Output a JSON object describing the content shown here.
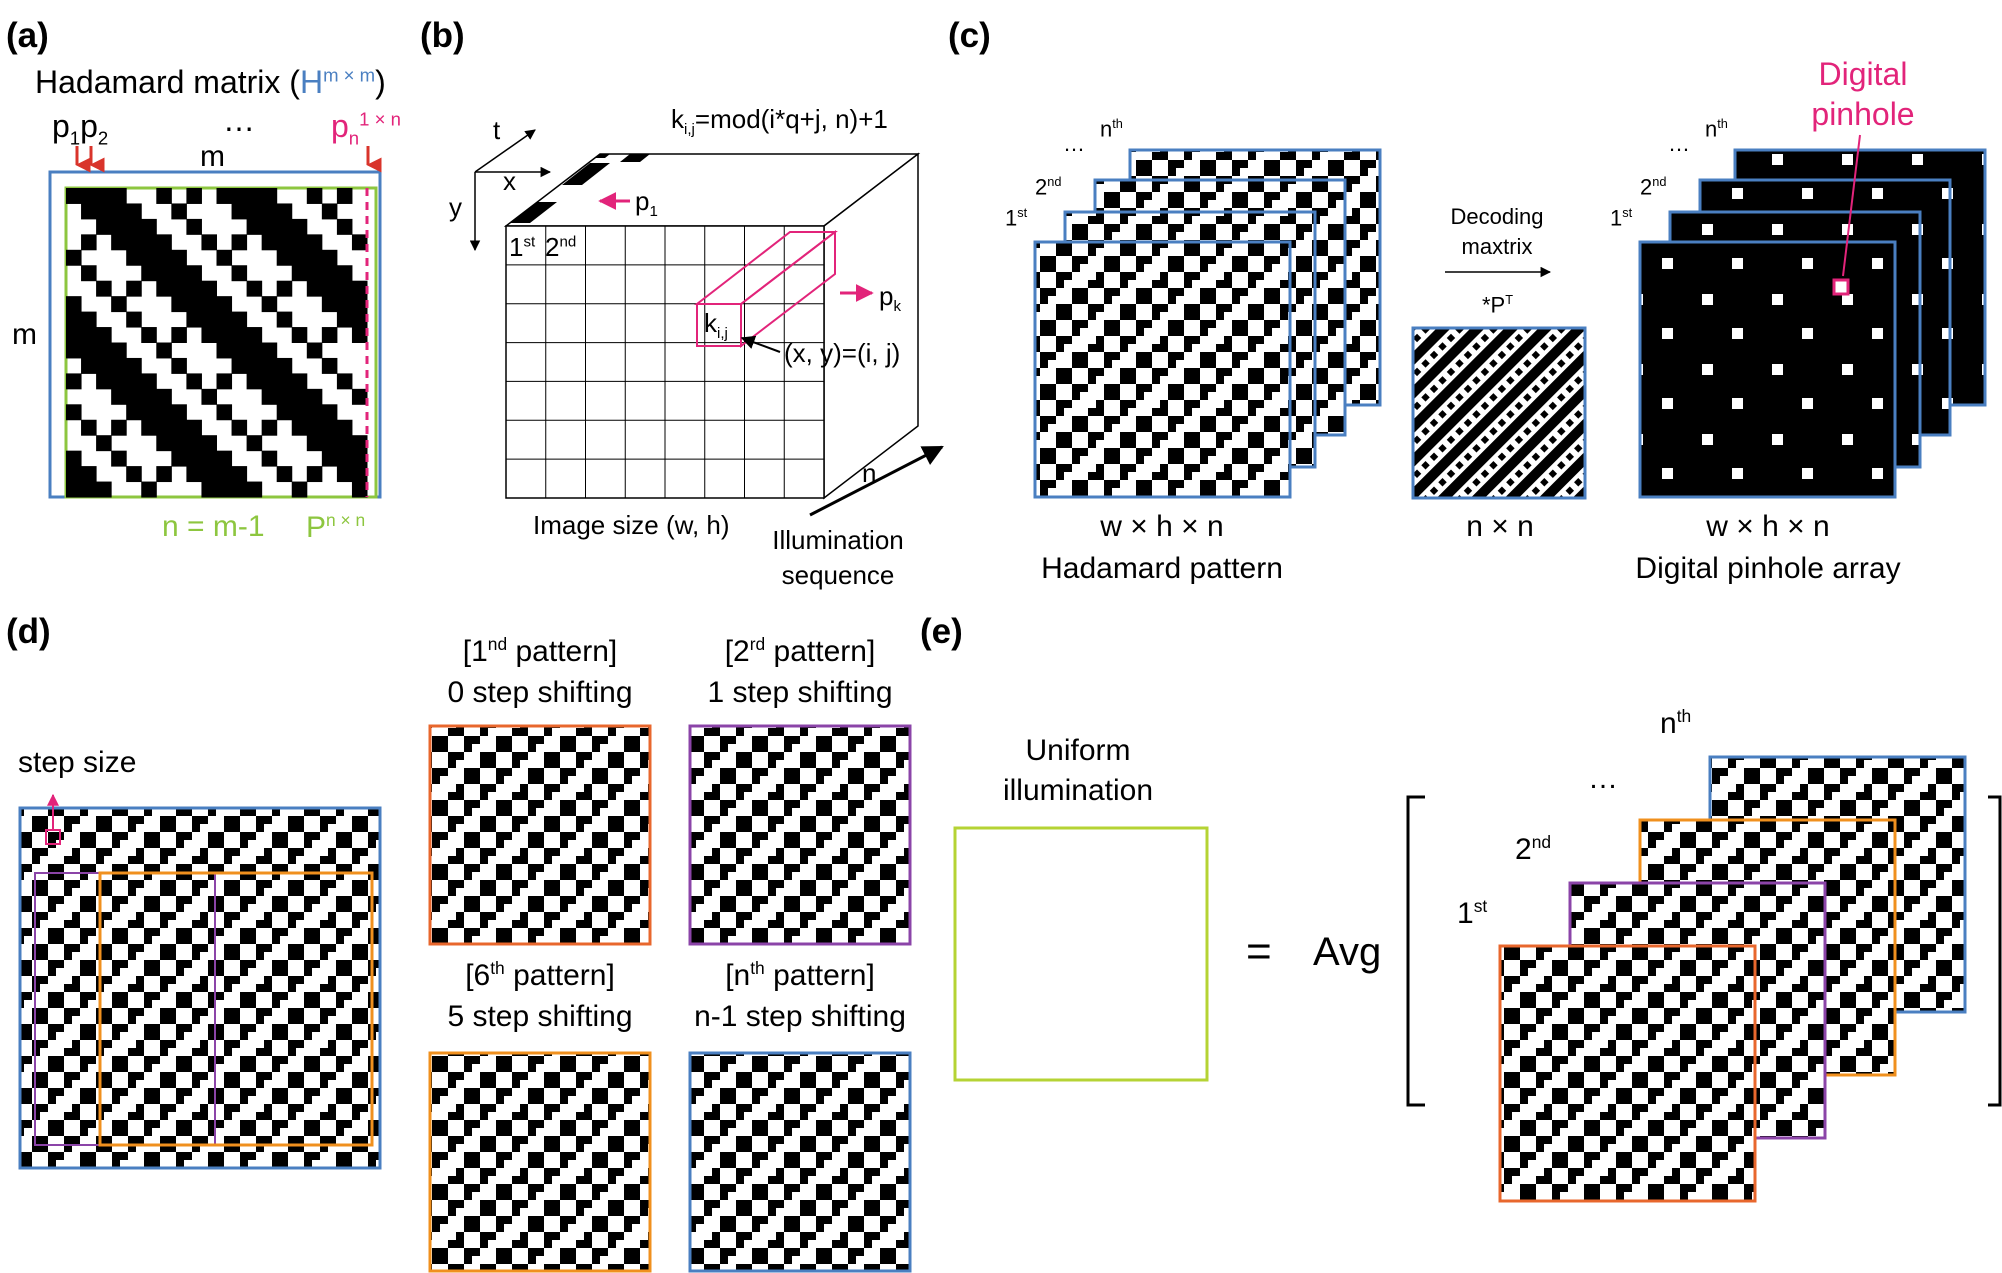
{
  "panels": {
    "a": {
      "label": "(a)",
      "title_main": "Hadamard matrix (",
      "title_H": "H",
      "title_sup": "m × m",
      "title_close": ")",
      "p1": "p",
      "p1_sub": "1",
      "p2": "p",
      "p2_sub": "2",
      "ellipsis": "…",
      "pn": "p",
      "pn_sub": "n",
      "pn_sup": "1 × n",
      "m_top": "m",
      "m_left": "m",
      "n_eq": "n = m-1",
      "P": "P",
      "P_sup": "n × n",
      "colors": {
        "outer": "#4a7fc1",
        "inner": "#8dc63f",
        "pn": "#e2247a",
        "arrow": "#d9342b"
      }
    },
    "b": {
      "label": "(b)",
      "formula_k": "k",
      "formula_sub": "i,j",
      "formula_rest": "=mod(i*q+j, n)+1",
      "axis_t": "t",
      "axis_x": "x",
      "axis_y": "y",
      "p1": "p",
      "p1_sub": "1",
      "first": "1",
      "first_sup": "st",
      "second": "2",
      "second_sup": "nd",
      "kij": "k",
      "kij_sub": "i,j",
      "pk": "p",
      "pk_sub": "k",
      "xy": "(x, y)=(i, j)",
      "n": "n",
      "image_size": "Image size (w, h)",
      "illum_1": "Illumination",
      "illum_2": "sequence"
    },
    "c": {
      "label": "(c)",
      "nth": "n",
      "nth_sup": "th",
      "dots": "…",
      "second": "2",
      "second_sup": "nd",
      "first": "1",
      "first_sup": "st",
      "decoding_1": "Decoding",
      "decoding_2": "maxtrix",
      "pt": "*P",
      "pt_sup": "T",
      "whn_left": "w × h × n",
      "hadamard_pattern": "Hadamard pattern",
      "nxn": "n × n",
      "whn_right": "w × h × n",
      "pinhole_array": "Digital pinhole array",
      "digital_1": "Digital",
      "digital_2": "pinhole"
    },
    "d": {
      "label": "(d)",
      "step_size": "step size",
      "p1_a": "[1",
      "p1_sup": "nd",
      "p1_b": " pattern]",
      "p1_shift": "0 step shifting",
      "p2_a": "[2",
      "p2_sup": "rd",
      "p2_b": " pattern]",
      "p2_shift": "1 step shifting",
      "p6_a": "[6",
      "p6_sup": "th",
      "p6_b": " pattern]",
      "p6_shift": "5 step shifting",
      "pn_a": "[n",
      "pn_sup": "th",
      "pn_b": " pattern]",
      "pn_shift": "n-1 step shifting",
      "colors": {
        "first": "#e8672d",
        "second": "#8b44a8",
        "sixth": "#f0901e",
        "nth": "#4a7fc1"
      }
    },
    "e": {
      "label": "(e)",
      "uniform_1": "Uniform",
      "uniform_2": "illumination",
      "equals": "=",
      "avg": "Avg",
      "nth": "n",
      "nth_sup": "th",
      "dots": "…",
      "second": "2",
      "second_sup": "nd",
      "first": "1",
      "first_sup": "st",
      "colors": {
        "uniform": "#b5d334"
      }
    }
  }
}
